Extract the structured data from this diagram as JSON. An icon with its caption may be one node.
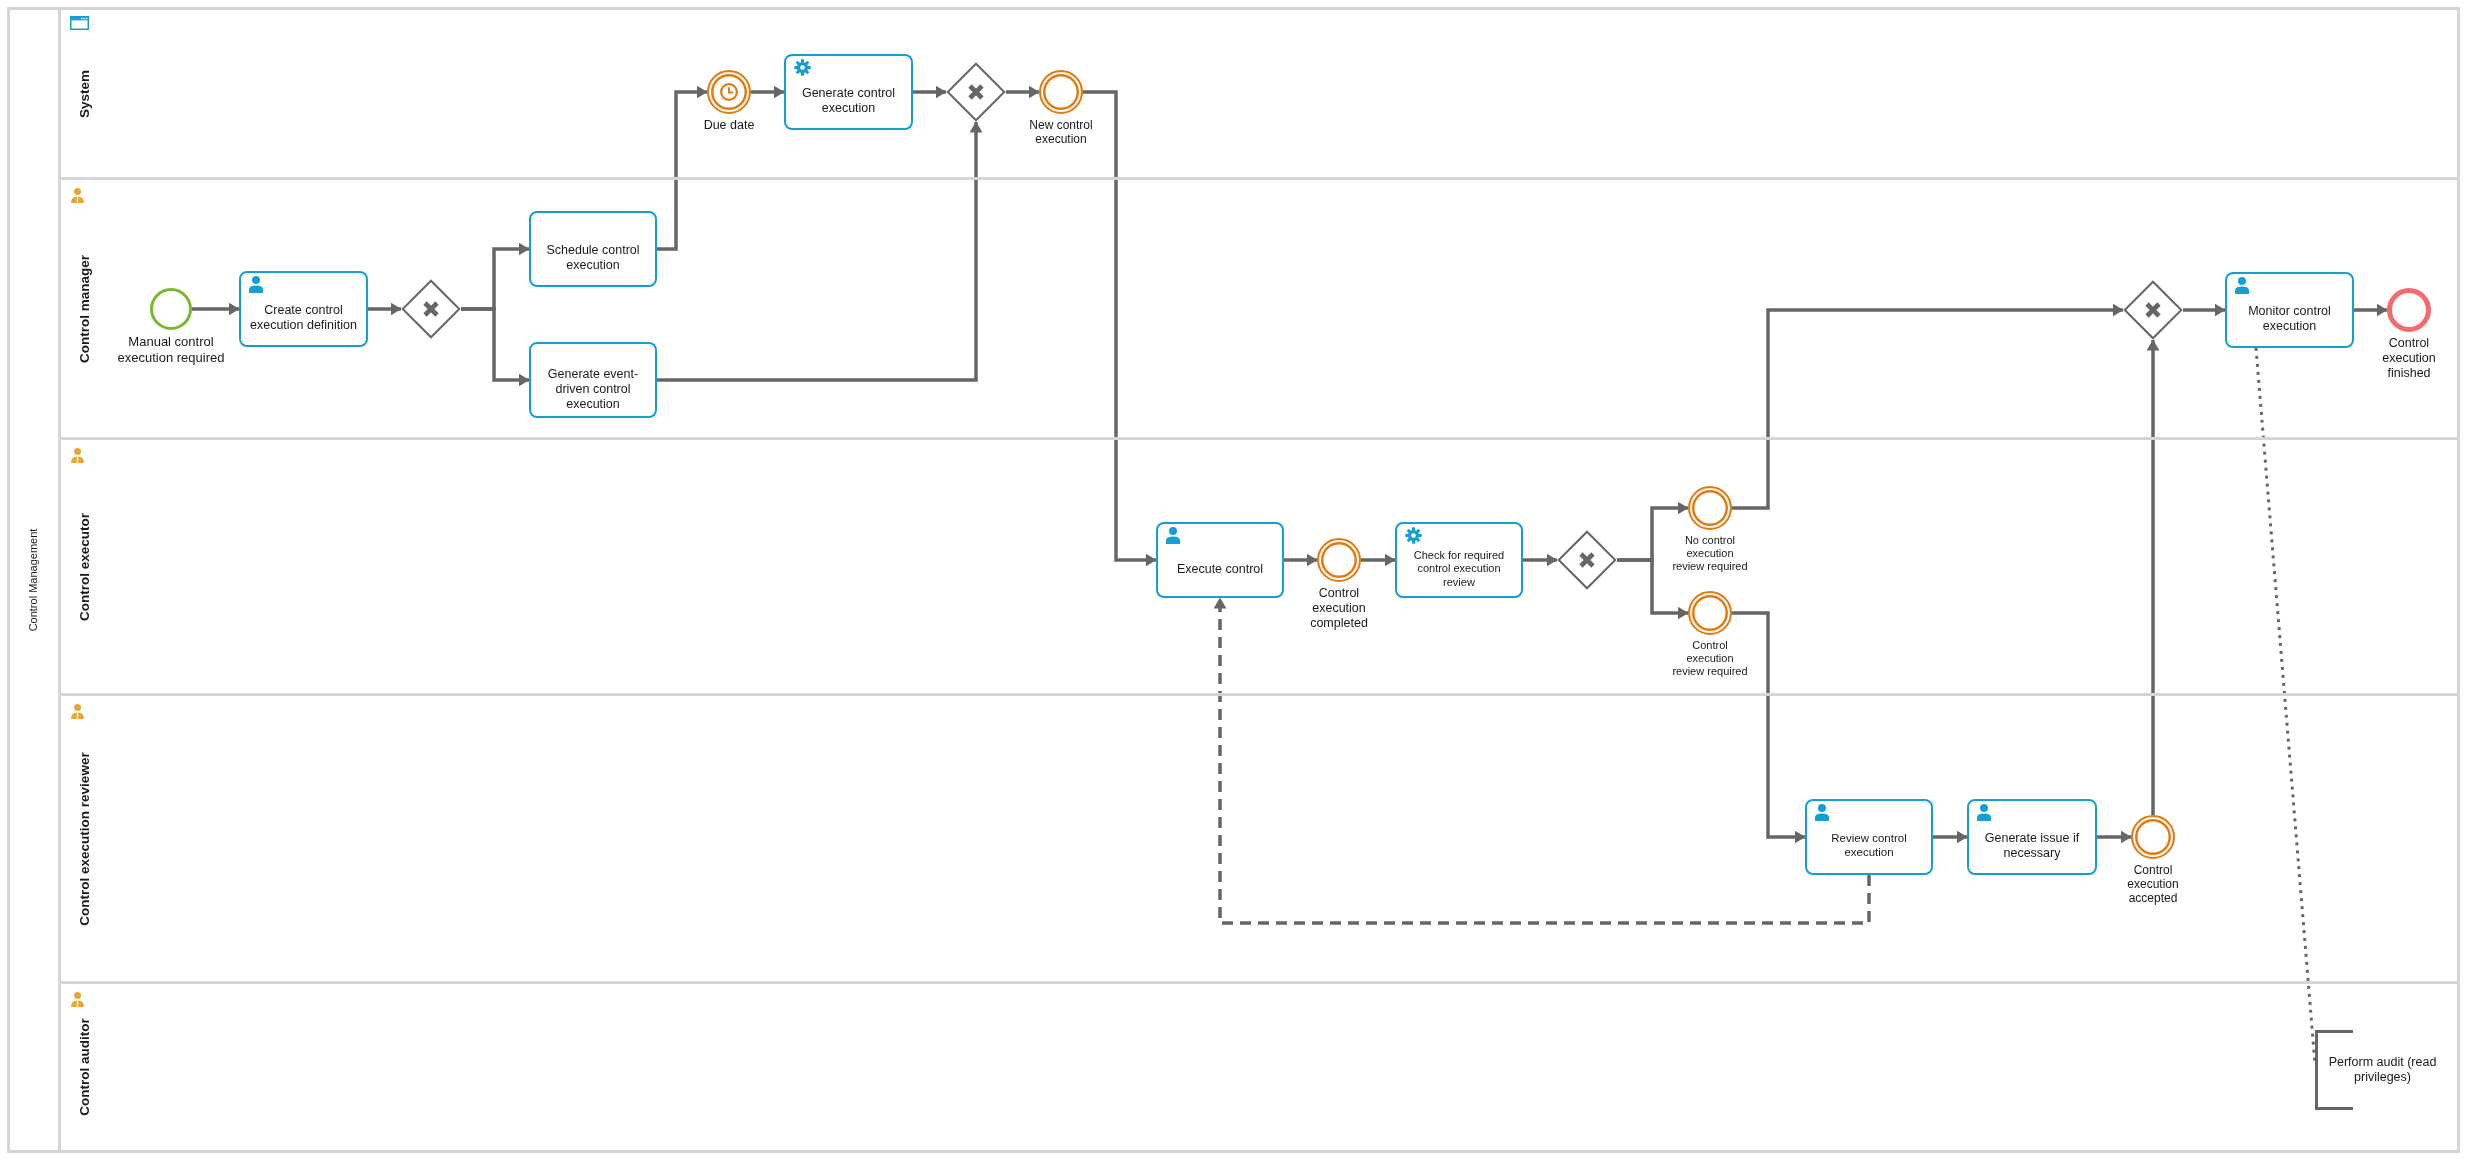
{
  "diagram": {
    "nodes": [
      {
        "text": [
          "Control Management"
        ]
      },
      {
        "text": [
          "System"
        ],
        "in": 0
      },
      {
        "text": [
          "Due date"
        ],
        "in": 1
      },
      {
        "text": [
          "Generate control execution"
        ],
        "in": 1
      },
      {
        "text": [],
        "shape": "diamond",
        "in": 1
      },
      {
        "text": [
          "New control execution"
        ],
        "in": 1
      },
      {
        "text": [
          "Control manager"
        ],
        "in": 0
      },
      {
        "text": [
          "Manual control execution required"
        ],
        "in": 6
      },
      {
        "text": [
          "Create control execution definition"
        ],
        "in": 6
      },
      {
        "text": [],
        "shape": "diamond",
        "in": 6
      },
      {
        "text": [
          "Schedule control execution"
        ],
        "in": 6
      },
      {
        "text": [
          "Generate event-driven control execution"
        ],
        "in": 6
      },
      {
        "text": [],
        "shape": "diamond",
        "in": 6
      },
      {
        "text": [
          "Monitor control execution"
        ],
        "in": 6
      },
      {
        "text": [
          "Control execution finished"
        ],
        "in": 6
      },
      {
        "text": [
          "Control executor"
        ],
        "in": 0
      },
      {
        "text": [
          "Execute control"
        ],
        "in": 15
      },
      {
        "text": [
          "Control execution completed"
        ],
        "in": 15
      },
      {
        "text": [
          "Check for required control execution review"
        ],
        "in": 15
      },
      {
        "text": [],
        "shape": "diamond",
        "in": 15
      },
      {
        "text": [
          "No control execution review required"
        ],
        "in": 15
      },
      {
        "text": [
          "Control execution review required"
        ],
        "in": 15
      },
      {
        "text": [
          "Control execution reviewer"
        ],
        "in": 0
      },
      {
        "text": [
          "Review control execution"
        ],
        "in": 22
      },
      {
        "text": [
          "Generate issue if necessary"
        ],
        "in": 22
      },
      {
        "text": [
          "Control execution accepted"
        ],
        "in": 22
      },
      {
        "text": [
          "Control auditor"
        ],
        "in": 0
      },
      {
        "text": [
          "Perform audit (read privileges)"
        ],
        "in": 26
      }
    ],
    "edges": [
      {
        "from": 7,
        "to": 8,
        "arrow": "to"
      },
      {
        "from": 8,
        "to": 9,
        "arrow": "to"
      },
      {
        "from": 9,
        "to": 10,
        "arrow": "to"
      },
      {
        "from": 9,
        "to": 11,
        "arrow": "to"
      },
      {
        "from": 10,
        "to": 2,
        "arrow": "to"
      },
      {
        "from": 2,
        "to": 3,
        "arrow": "to"
      },
      {
        "from": 3,
        "to": 4,
        "arrow": "to"
      },
      {
        "from": 11,
        "to": 4,
        "arrow": "to"
      },
      {
        "from": 4,
        "to": 5,
        "arrow": "to"
      },
      {
        "from": 5,
        "to": 16,
        "arrow": "to"
      },
      {
        "from": 16,
        "to": 17,
        "arrow": "to"
      },
      {
        "from": 17,
        "to": 18,
        "arrow": "to"
      },
      {
        "from": 18,
        "to": 19,
        "arrow": "to"
      },
      {
        "from": 19,
        "to": 20,
        "arrow": "to"
      },
      {
        "from": 19,
        "to": 21,
        "arrow": "to"
      },
      {
        "from": 20,
        "to": 12,
        "arrow": "to"
      },
      {
        "from": 21,
        "to": 23,
        "arrow": "to"
      },
      {
        "from": 23,
        "to": 24,
        "arrow": "to"
      },
      {
        "from": 24,
        "to": 25,
        "arrow": "to"
      },
      {
        "from": 25,
        "to": 12,
        "arrow": "to"
      },
      {
        "from": 12,
        "to": 13,
        "arrow": "to"
      },
      {
        "from": 13,
        "to": 14,
        "arrow": "to"
      },
      {
        "from": 23,
        "to": 16,
        "arrow": "to",
        "style": "dashed"
      },
      {
        "from": 13,
        "to": 27,
        "arrow": "none",
        "style": "dashed"
      }
    ]
  }
}
